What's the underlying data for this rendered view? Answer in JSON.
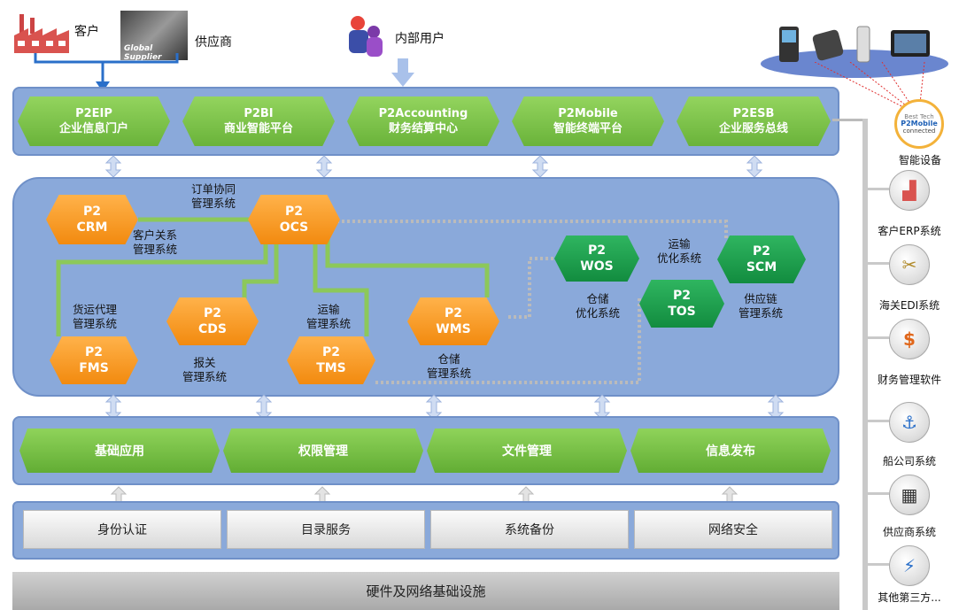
{
  "top": {
    "customer": "客户",
    "supplier": "供应商",
    "supplier_img_text": "Global Supplier",
    "internal_user": "内部用户"
  },
  "portals": [
    {
      "code": "P2EIP",
      "name": "企业信息门户"
    },
    {
      "code": "P2BI",
      "name": "商业智能平台"
    },
    {
      "code": "P2Accounting",
      "name": "财务结算中心"
    },
    {
      "code": "P2Mobile",
      "name": "智能终端平台"
    },
    {
      "code": "P2ESB",
      "name": "企业服务总线"
    }
  ],
  "core": {
    "crm": {
      "p": "P2",
      "code": "CRM",
      "desc1": "客户关系",
      "desc2": "管理系统"
    },
    "ocs": {
      "p": "P2",
      "code": "OCS",
      "desc1": "订单协同",
      "desc2": "管理系统"
    },
    "fms": {
      "p": "P2",
      "code": "FMS",
      "desc1": "货运代理",
      "desc2": "管理系统"
    },
    "cds": {
      "p": "P2",
      "code": "CDS",
      "desc1": "报关",
      "desc2": "管理系统"
    },
    "tms": {
      "p": "P2",
      "code": "TMS",
      "desc1": "运输",
      "desc2": "管理系统"
    },
    "wms": {
      "p": "P2",
      "code": "WMS",
      "desc1": "仓储",
      "desc2": "管理系统"
    },
    "wos": {
      "p": "P2",
      "code": "WOS",
      "desc1": "仓储",
      "desc2": "优化系统"
    },
    "tos": {
      "p": "P2",
      "code": "TOS",
      "desc1": "运输",
      "desc2": "优化系统"
    },
    "scm": {
      "p": "P2",
      "code": "SCM",
      "desc1": "供应链",
      "desc2": "管理系统"
    }
  },
  "foundation": [
    "基础应用",
    "权限管理",
    "文件管理",
    "信息发布"
  ],
  "services": [
    "身份认证",
    "目录服务",
    "系统备份",
    "网络安全"
  ],
  "infrastructure": "硬件及网络基础设施",
  "side": {
    "badge_small": "Best Tech",
    "badge_brand": "P2Mobile",
    "badge_sub": "connected",
    "items": [
      {
        "label": "智能设备",
        "icon": "smart-device-icon"
      },
      {
        "label": "客户ERP系统",
        "icon": "factory-icon"
      },
      {
        "label": "海关EDI系统",
        "icon": "customs-tools-icon"
      },
      {
        "label": "财务管理软件",
        "icon": "finance-icon"
      },
      {
        "label": "船公司系统",
        "icon": "anchor-icon"
      },
      {
        "label": "供应商系统",
        "icon": "supplier-icon"
      },
      {
        "label": "其他第三方...",
        "icon": "connector-icon"
      }
    ]
  },
  "colors": {
    "panel": "#8aa9da",
    "green": "#6ab33a",
    "orange": "#f28a0f",
    "dark_green": "#128c3f"
  }
}
